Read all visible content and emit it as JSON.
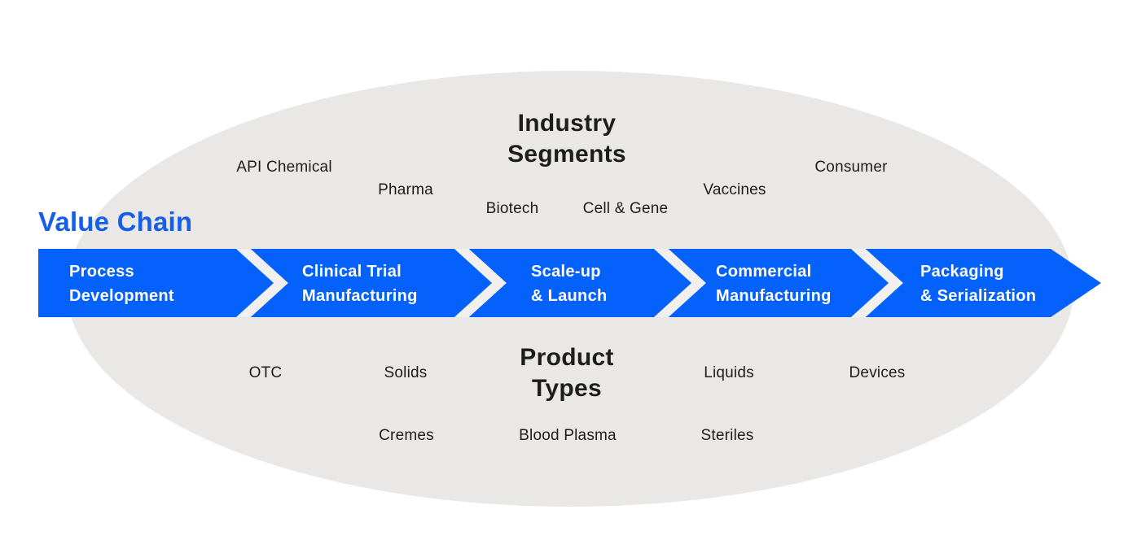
{
  "colors": {
    "background": "#FFFFFF",
    "ellipse_gray": "#E9E8E7",
    "band_blue": "#0561FC",
    "title_blue": "#155EEA",
    "chevron_white": "#F1F0EE",
    "text_dark": "#1D1D1B",
    "stage_text": "#FFFFFF"
  },
  "industry_segments": {
    "title_line1": "Industry",
    "title_line2": "Segments",
    "items": [
      "API Chemical",
      "Pharma",
      "Biotech",
      "Cell & Gene",
      "Vaccines",
      "Consumer"
    ]
  },
  "value_chain": {
    "title": "Value Chain",
    "stages": [
      {
        "line1": "Process",
        "line2": "Development"
      },
      {
        "line1": "Clinical Trial",
        "line2": "Manufacturing"
      },
      {
        "line1": "Scale-up",
        "line2": "& Launch"
      },
      {
        "line1": "Commercial",
        "line2": "Manufacturing"
      },
      {
        "line1": "Packaging",
        "line2": "& Serialization"
      }
    ]
  },
  "product_types": {
    "title_line1": "Product",
    "title_line2": "Types",
    "items": [
      "OTC",
      "Solids",
      "Liquids",
      "Devices",
      "Cremes",
      "Blood Plasma",
      "Steriles"
    ]
  }
}
